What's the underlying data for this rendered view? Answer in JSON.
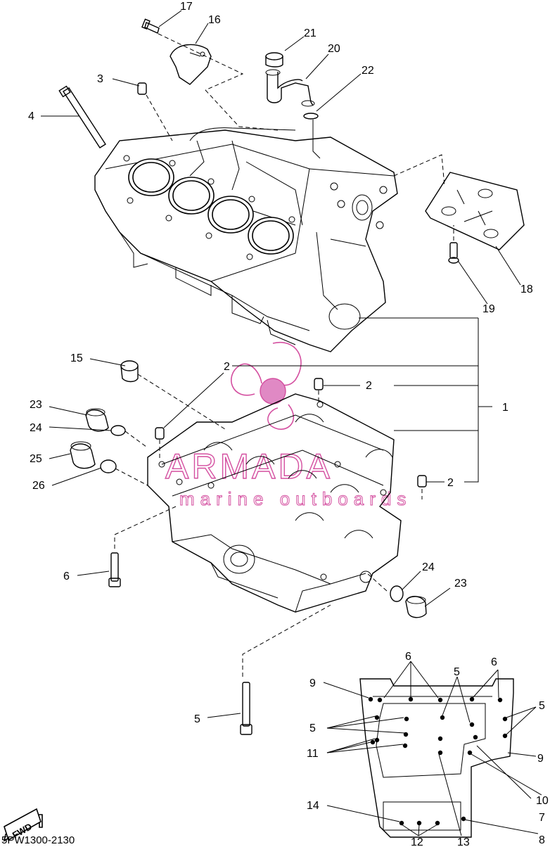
{
  "diagram_code": "5PW1300-2130",
  "fwd_label": "FWD",
  "watermark": {
    "brand": "ARMADA",
    "tagline": "marine outboards",
    "color": "#d44fa0"
  },
  "callouts": {
    "c1": "1",
    "c2a": "2",
    "c2b": "2",
    "c2c": "2",
    "c3": "3",
    "c4": "4",
    "c5a": "5",
    "c5b": "5",
    "c5c": "5",
    "c5d": "5",
    "c6a": "6",
    "c6b": "6",
    "c6c": "6",
    "c7": "7",
    "c8": "8",
    "c9a": "9",
    "c9b": "9",
    "c10": "10",
    "c11": "11",
    "c12": "12",
    "c13": "13",
    "c14": "14",
    "c15": "15",
    "c16": "16",
    "c17": "17",
    "c18": "18",
    "c19": "19",
    "c20": "20",
    "c21": "21",
    "c22": "22",
    "c23a": "23",
    "c23b": "23",
    "c24a": "24",
    "c24b": "24",
    "c25": "25",
    "c26": "26"
  }
}
